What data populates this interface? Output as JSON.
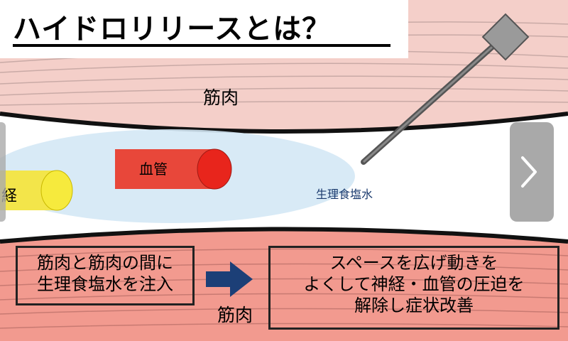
{
  "title": "ハイドロリリースとは？",
  "labels": {
    "muscle_top": "筋肉",
    "muscle_bottom": "筋肉",
    "vessel": "血管",
    "nerve": "経",
    "saline": "生理食塩水"
  },
  "boxes": {
    "left": [
      "筋肉と筋肉の間に",
      "生理食塩水を注入"
    ],
    "right": [
      "スペースを広げ動きを",
      "よくして神経・血管の圧迫を",
      "解除し症状改善"
    ]
  },
  "icons": {
    "arrow": "arrow-right-icon",
    "next": "chevron-right-icon",
    "needle": "syringe-needle-icon"
  },
  "colors": {
    "muscle_top": "#f4cfc9",
    "muscle_bottom": "#f29a8f",
    "vessel": "#e8473a",
    "vessel_end": "#e8251c",
    "nerve": "#f3e54a",
    "saline": "#d4e8f5",
    "arrow": "#1c3f77"
  }
}
